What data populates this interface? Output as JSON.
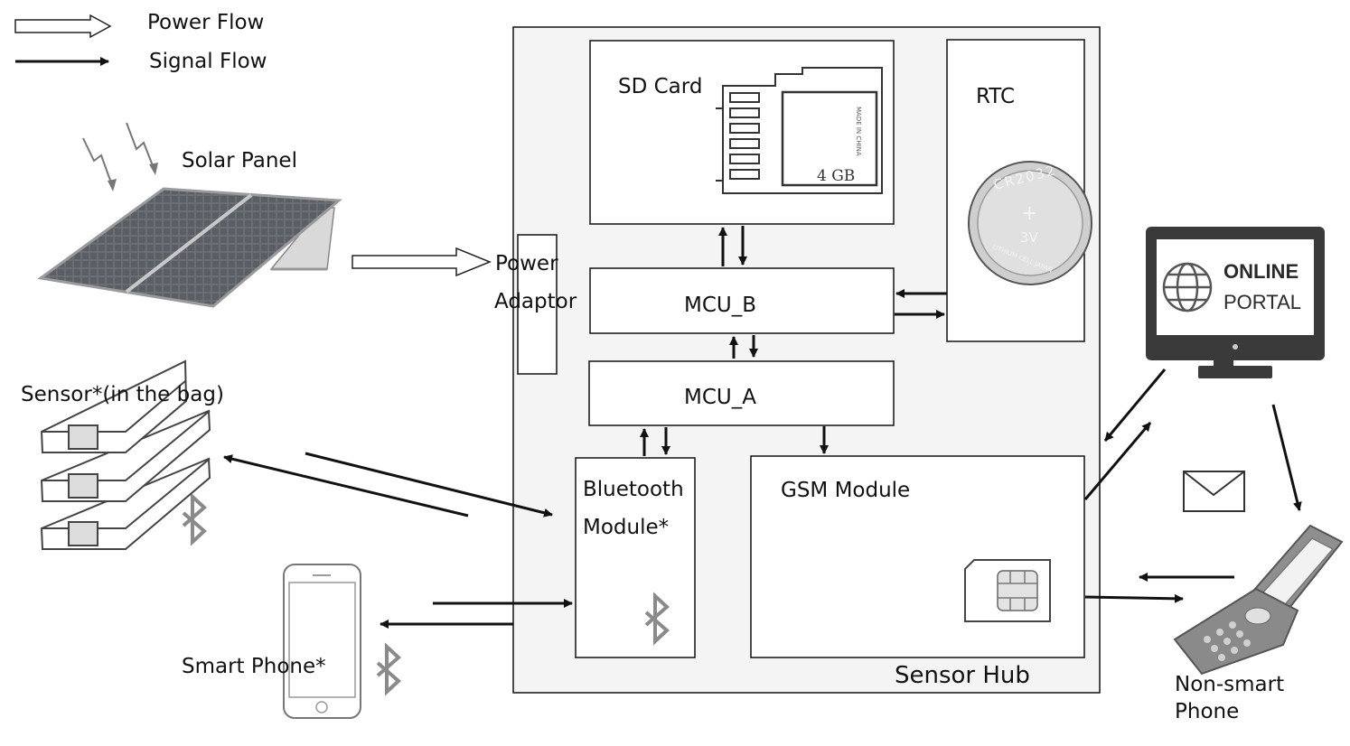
{
  "legend": {
    "power_flow": "Power Flow",
    "signal_flow": "Signal Flow"
  },
  "components": {
    "solar_panel": "Solar Panel",
    "power_adaptor_line1": "Power",
    "power_adaptor_line2": "Adaptor",
    "sd_card": "SD Card",
    "sd_card_capacity": "4 GB",
    "sd_card_fine_print": "MADE IN CHINA",
    "rtc": "RTC",
    "coin_cell_model": "CR2032",
    "coin_cell_plus": "+",
    "coin_cell_voltage": "3V",
    "coin_cell_fine_print": "LITHIUM CELL JAPAN",
    "mcu_b": "MCU_B",
    "mcu_a": "MCU_A",
    "bluetooth_line1": "Bluetooth",
    "bluetooth_line2": "Module*",
    "gsm_module": "GSM Module",
    "sensor_hub": "Sensor Hub",
    "sensor": "Sensor*(in the bag)",
    "smart_phone": "Smart Phone*",
    "online_line1": "ONLINE",
    "online_line2": "PORTAL",
    "non_smart_line1": "Non-smart",
    "non_smart_line2": "Phone"
  },
  "colors": {
    "hub_fill": "#f4f4f4",
    "stroke": "#111111",
    "bluetooth_icon": "#8a8a8a",
    "monitor": "#3a3a3a",
    "solar_cell": "#6d7278"
  }
}
